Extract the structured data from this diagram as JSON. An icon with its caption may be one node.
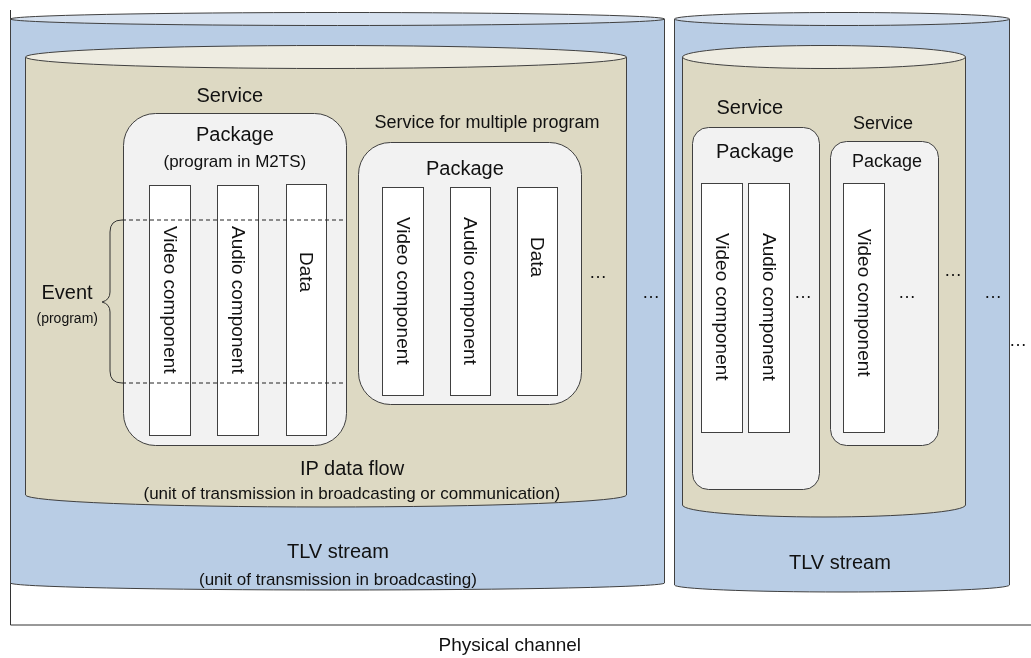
{
  "diagram": {
    "nodes": [
      {
        "text": [
          "Physical channel"
        ]
      },
      {
        "text": [
          "TLV stream",
          "(unit of transmission in broadcasting)"
        ],
        "in": 0
      },
      {
        "text": [
          "IP data flow",
          "(unit of transmission in broadcasting or communication)"
        ],
        "in": 1
      },
      {
        "text": [
          "Service",
          "Package",
          "(program in M2TS)"
        ],
        "in": 2
      },
      {
        "text": [
          "Video component"
        ],
        "in": 3
      },
      {
        "text": [
          "Audio component"
        ],
        "in": 3
      },
      {
        "text": [
          "Data"
        ],
        "in": 3
      },
      {
        "text": [
          "Service for multiple program",
          "Package"
        ],
        "in": 2
      },
      {
        "text": [
          "Video component"
        ],
        "in": 7
      },
      {
        "text": [
          "Audio component"
        ],
        "in": 7
      },
      {
        "text": [
          "Data"
        ],
        "in": 7
      },
      {
        "text": [
          "TLV stream"
        ],
        "in": 0
      },
      {
        "text": [],
        "shape": "cylinder",
        "in": 11
      },
      {
        "text": [
          "Service",
          "Package"
        ],
        "in": 12
      },
      {
        "text": [
          "Video component"
        ],
        "in": 13
      },
      {
        "text": [
          "Audio component"
        ],
        "in": 13
      },
      {
        "text": [
          "Service",
          "Package"
        ],
        "in": 12
      },
      {
        "text": [
          "Video component"
        ],
        "in": 16
      }
    ],
    "labels": [
      "Event",
      "(program)",
      "…",
      "…",
      "…",
      "…",
      "…",
      "…",
      "…"
    ]
  }
}
